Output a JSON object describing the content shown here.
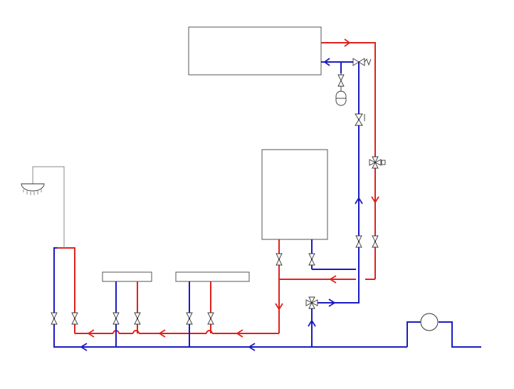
{
  "colors": {
    "hot": "#e0201c",
    "cold": "#1a1ac0",
    "neutral": "#888888",
    "background": "#ffffff"
  },
  "components": [
    "solar-collector",
    "boiler",
    "radiator-1",
    "radiator-2",
    "shower-head",
    "circulation-pump",
    "expansion-vessel",
    "safety-valve",
    "check-valve",
    "three-way-valve",
    "three-way-mixing-valve",
    "shutoff-valve"
  ]
}
